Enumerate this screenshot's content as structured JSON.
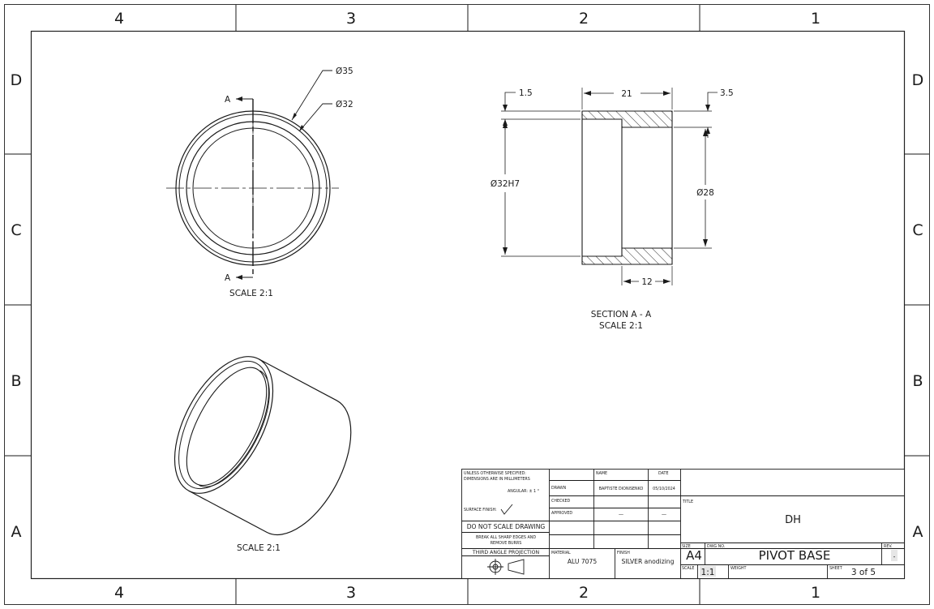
{
  "zones": {
    "columns": [
      "4",
      "3",
      "2",
      "1"
    ],
    "rows": [
      "D",
      "C",
      "B",
      "A"
    ]
  },
  "front_view": {
    "section_mark": "A",
    "dia_outer": "Ø35",
    "dia_inner": "Ø32",
    "scale_label": "SCALE 2:1"
  },
  "section_view": {
    "dim_lip": "1.5",
    "dim_length": "21",
    "dim_wall": "3.5",
    "dim_bore": "Ø32H7",
    "dim_inner": "Ø28",
    "dim_step": "12",
    "title": "SECTION A - A",
    "scale_label": "SCALE 2:1"
  },
  "iso_view": {
    "scale_label": "SCALE 2:1"
  },
  "title_block": {
    "unless_note_1": "UNLESS OTHERWISE SPECIFIED:",
    "unless_note_2": "DIMENSIONS ARE IN MILLIMETERS",
    "angular": "ANGULAR: ± 1 °",
    "surface_finish": "SURFACE FINISH:",
    "do_not_scale": "DO NOT SCALE DRAWING",
    "break_edges_1": "BREAK ALL SHARP EDGES AND",
    "break_edges_2": "REMOVE BURRS",
    "third_angle": "THIRD ANGLE PROJECTION",
    "col_name": "NAME",
    "col_date": "DATE",
    "row_drawn": "DRAWN",
    "row_checked": "CHECKED",
    "row_approved": "APPROVED",
    "drawn_name": "BAPTISTE DIONISENKO",
    "drawn_date": "05/10/2024",
    "approved_name": "—",
    "approved_date": "—",
    "material_label": "MATERIAL",
    "material": "ALU 7075",
    "finish_label": "FINISH",
    "finish": "SILVER anodizing",
    "title_label": "TITLE",
    "title": "DH",
    "size_label": "SIZE",
    "size": "A4",
    "dwg_label": "DWG NO.",
    "dwg_no": "PIVOT BASE",
    "rev_label": "REV.",
    "rev": "-",
    "scale_label": "SCALE",
    "scale": "1:1",
    "weight_label": "WEIGHT",
    "sheet_label": "SHEET",
    "sheet": "3 of 5"
  }
}
